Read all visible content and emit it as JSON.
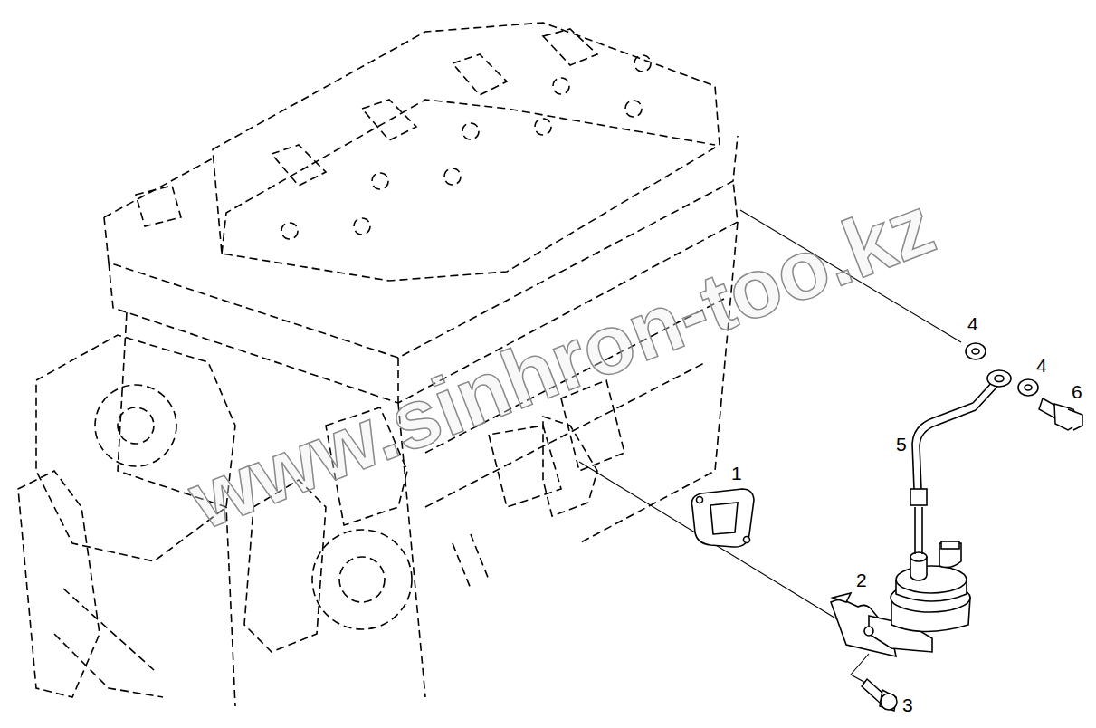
{
  "diagram": {
    "labels": [
      "4",
      "4",
      "6",
      "5",
      "1",
      "2",
      "3",
      "www.sinhron-too.kz"
    ]
  }
}
